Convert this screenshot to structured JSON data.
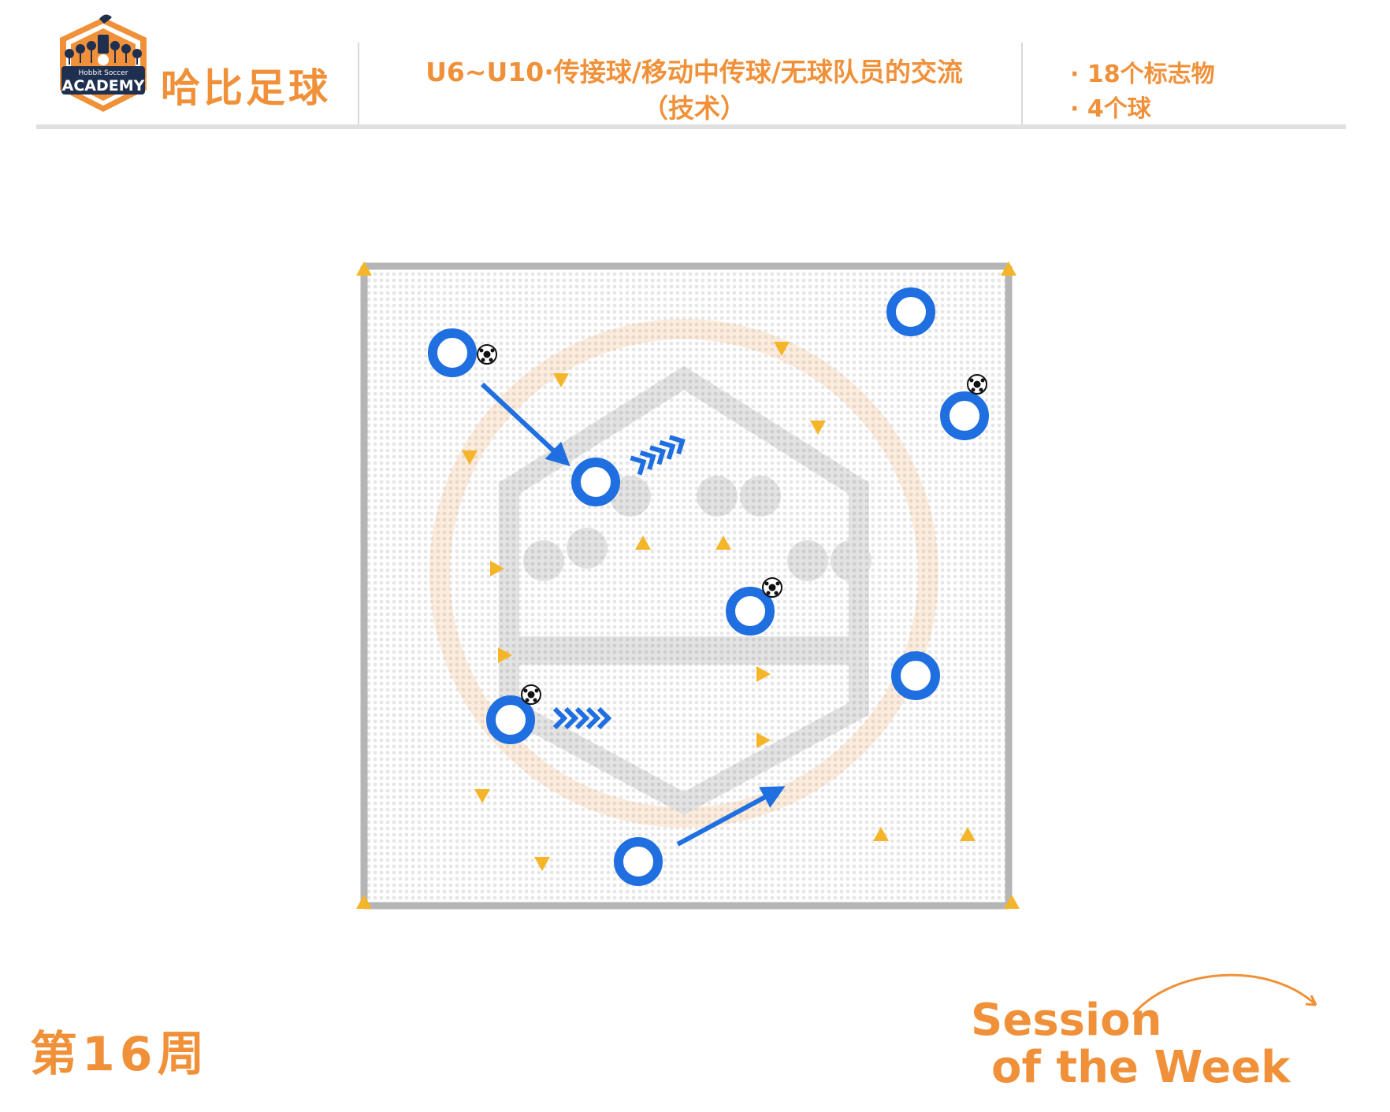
{
  "header": {
    "brand": "哈比足球",
    "logo_text_top": "Hobbit Soccer",
    "logo_text_main": "ACADEMY",
    "title_line1": "U6~U10·传接球/移动中传球/无球队员的交流",
    "title_line2": "（技术）",
    "equipment": [
      "· 18个标志物",
      "· 4个球"
    ]
  },
  "footer": {
    "week_label": "第16周",
    "sotw_line1": "Session",
    "sotw_line2": "of the Week"
  },
  "colors": {
    "accent": "#f0913a",
    "player": "#1f6fe0",
    "cone": "#f5b528",
    "boundary": "#b5b5b5"
  },
  "diagram": {
    "players": [
      {
        "id": "p1",
        "ball": true
      },
      {
        "id": "p2",
        "ball": false
      },
      {
        "id": "p3",
        "ball": false
      },
      {
        "id": "p4",
        "ball": true
      },
      {
        "id": "p5",
        "ball": true
      },
      {
        "id": "p6",
        "ball": false
      },
      {
        "id": "p7",
        "ball": true
      },
      {
        "id": "p8",
        "ball": false
      }
    ],
    "cone_count": 18,
    "ball_count": 4,
    "arrows": [
      "pass-arrow",
      "pass-arrow"
    ],
    "dribbles": [
      "dribble-chevrons",
      "dribble-chevrons"
    ]
  }
}
